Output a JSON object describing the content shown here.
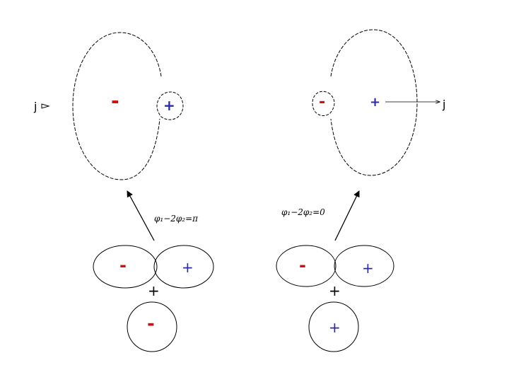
{
  "colors": {
    "minus": "#cc1111",
    "plus": "#2a2aa8",
    "line": "#000000"
  },
  "symbols": {
    "minus": "-",
    "plus": "+"
  },
  "left": {
    "current_label": "j",
    "phase_label": "φ₁−2φ₂=π",
    "combine": "+"
  },
  "right": {
    "current_label": "j",
    "phase_label": "φ₁−2φ₂=0",
    "combine": "+"
  }
}
